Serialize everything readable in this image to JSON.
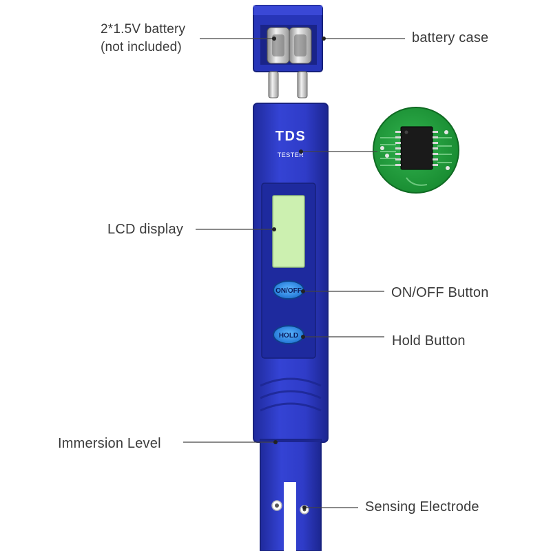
{
  "device": {
    "brand_text": "TDS",
    "model_text": "TESTER",
    "buttons": {
      "on_off": "ON/OFF",
      "hold": "HOLD"
    },
    "body_color": "#2f3cc8",
    "body_dark": "#1f2a9c",
    "lcd_color": "#ccf0b0",
    "button_color": "#2a8fe6"
  },
  "callouts": {
    "battery_line1": "2*1.5V battery",
    "battery_line2": "(not included)",
    "battery_case": "battery case",
    "lcd_display": "LCD display",
    "on_off_button": "ON/OFF Button",
    "hold_button": "Hold Button",
    "immersion_level": "Immersion Level",
    "sensing_electrode": "Sensing Electrode"
  },
  "pcb": {
    "board_color": "#1f9a3a",
    "chip_color": "#1a1a1a"
  }
}
